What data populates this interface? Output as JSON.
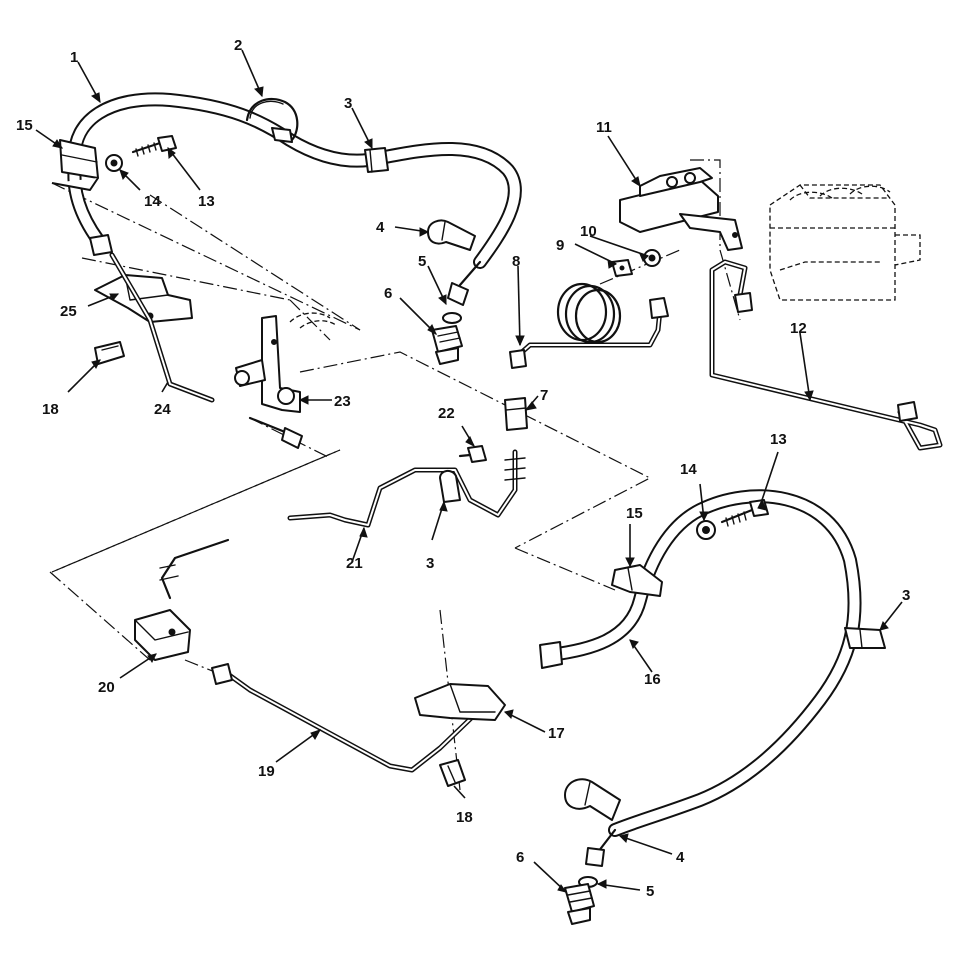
{
  "callouts": {
    "c1": "1",
    "c2": "2",
    "c3a": "3",
    "c3b": "3",
    "c3c": "3",
    "c4a": "4",
    "c4b": "4",
    "c5a": "5",
    "c5b": "5",
    "c6a": "6",
    "c6b": "6",
    "c7": "7",
    "c8": "8",
    "c9": "9",
    "c10": "10",
    "c11": "11",
    "c12": "12",
    "c13a": "13",
    "c13b": "13",
    "c14a": "14",
    "c14b": "14",
    "c15a": "15",
    "c15b": "15",
    "c16": "16",
    "c17": "17",
    "c18a": "18",
    "c18b": "18",
    "c19": "19",
    "c20": "20",
    "c21": "21",
    "c22": "22",
    "c23": "23",
    "c24": "24",
    "c25": "25"
  }
}
